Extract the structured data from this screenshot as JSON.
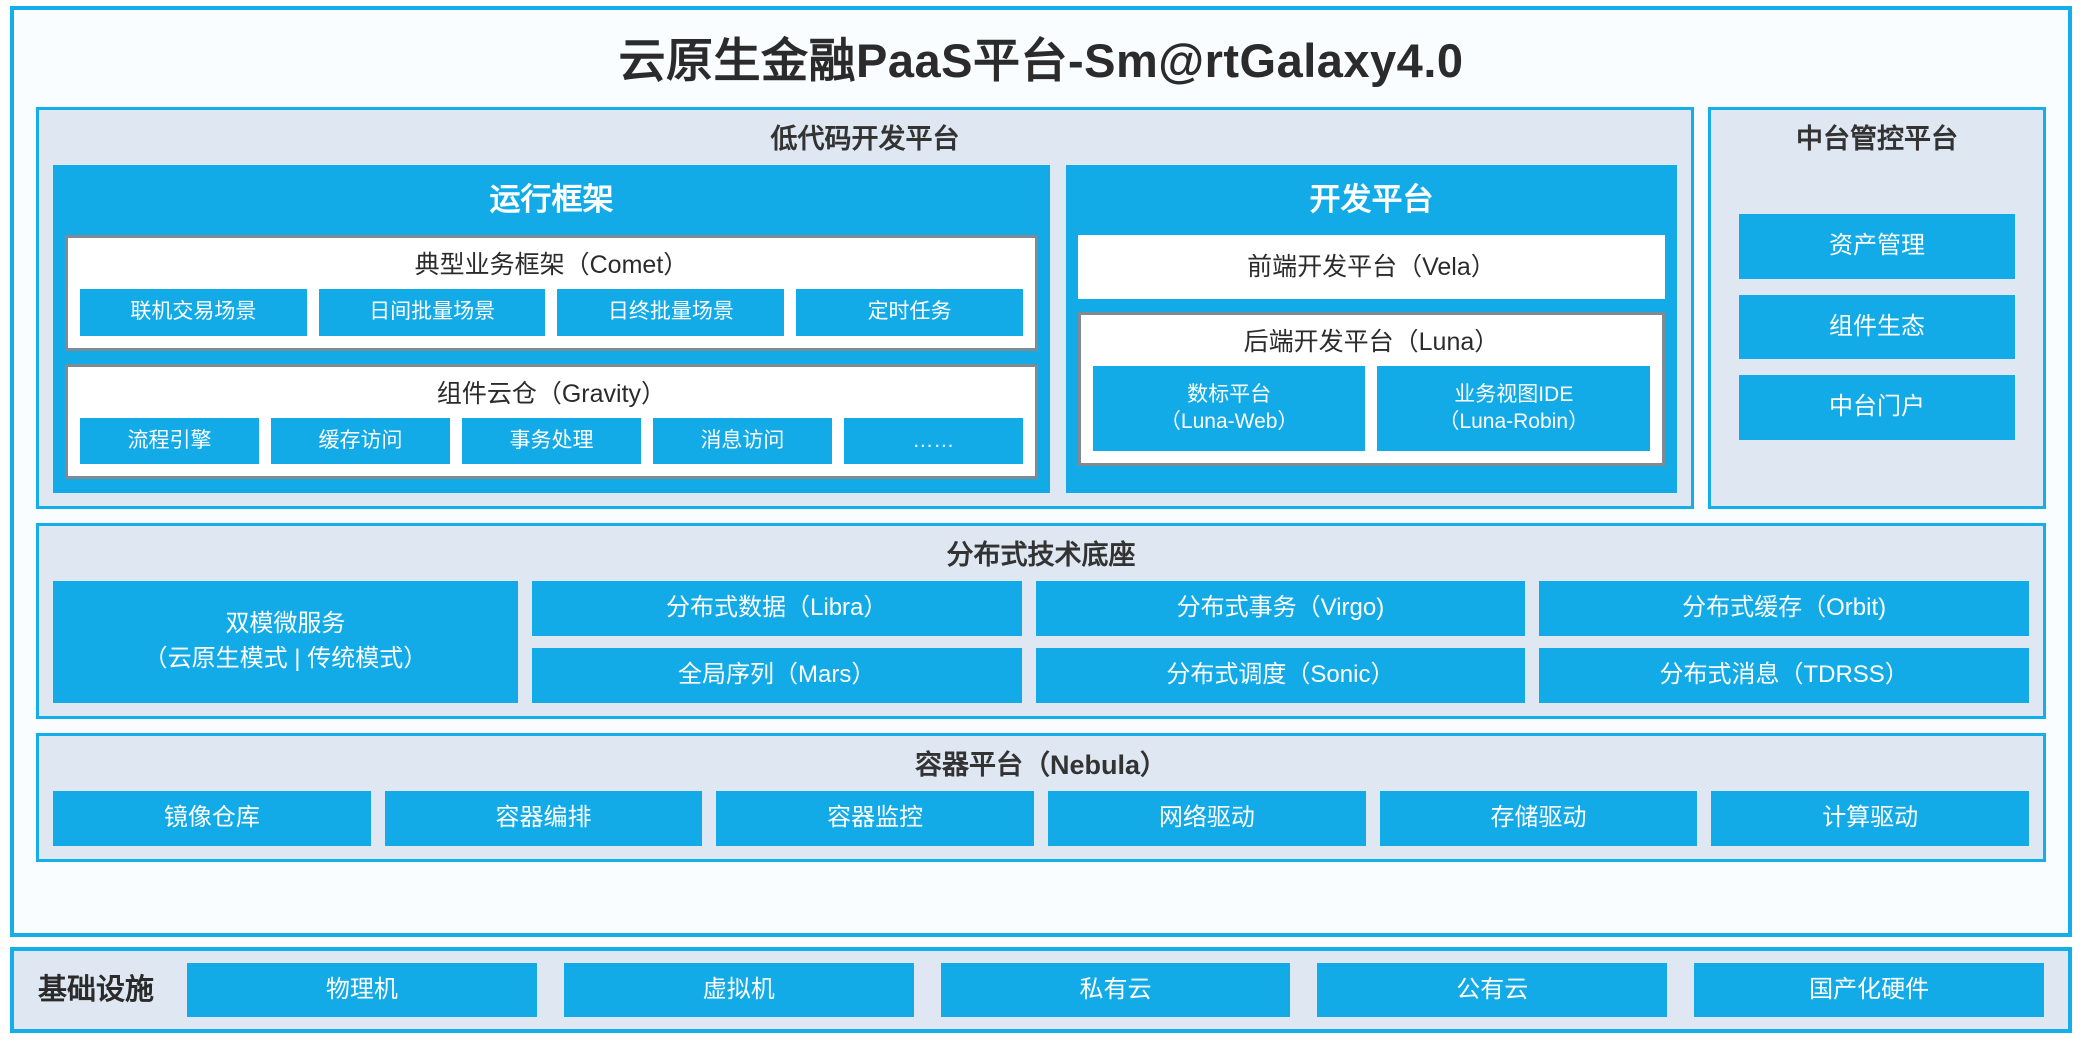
{
  "platform": {
    "title": "云原生金融PaaS平台-Sm@rtGalaxy4.0",
    "accent_color": "#12ABE8",
    "border_color": "#14AFEA",
    "panel_bg": "#dfe8f2"
  },
  "lowcode": {
    "title": "低代码开发平台",
    "runtime": {
      "title": "运行框架",
      "comet": {
        "title": "典型业务框架（Comet）",
        "items": [
          {
            "label": "联机交易场景"
          },
          {
            "label": "日间批量场景"
          },
          {
            "label": "日终批量场景"
          },
          {
            "label": "定时任务"
          }
        ]
      },
      "gravity": {
        "title": "组件云仓（Gravity）",
        "items": [
          {
            "label": "流程引擎"
          },
          {
            "label": "缓存访问"
          },
          {
            "label": "事务处理"
          },
          {
            "label": "消息访问"
          },
          {
            "label": "……"
          }
        ]
      }
    },
    "devplatform": {
      "title": "开发平台",
      "frontend": {
        "label": "前端开发平台（Vela）"
      },
      "backend": {
        "title": "后端开发平台（Luna）",
        "items": [
          {
            "line1": "数标平台",
            "line2": "（Luna-Web）"
          },
          {
            "line1": "业务视图IDE",
            "line2": "（Luna-Robin）"
          }
        ]
      }
    }
  },
  "midoffice": {
    "title": "中台管控平台",
    "items": [
      {
        "label": "资产管理"
      },
      {
        "label": "组件生态"
      },
      {
        "label": "中台门户"
      }
    ]
  },
  "distributed": {
    "title": "分布式技术底座",
    "wide": {
      "line1": "双模微服务",
      "line2": "（云原生模式 | 传统模式）"
    },
    "columns": [
      {
        "cells": [
          {
            "label": "分布式数据（Libra）"
          },
          {
            "label": "全局序列（Mars）"
          }
        ]
      },
      {
        "cells": [
          {
            "label": "分布式事务（Virgo)"
          },
          {
            "label": "分布式调度（Sonic）"
          }
        ]
      },
      {
        "cells": [
          {
            "label": "分布式缓存（Orbit)"
          },
          {
            "label": "分布式消息（TDRSS）"
          }
        ]
      }
    ]
  },
  "containerplatform": {
    "title": "容器平台（Nebula）",
    "items": [
      {
        "label": "镜像仓库"
      },
      {
        "label": "容器编排"
      },
      {
        "label": "容器监控"
      },
      {
        "label": "网络驱动"
      },
      {
        "label": "存储驱动"
      },
      {
        "label": "计算驱动"
      }
    ]
  },
  "infrastructure": {
    "label": "基础设施",
    "items": [
      {
        "label": "物理机"
      },
      {
        "label": "虚拟机"
      },
      {
        "label": "私有云"
      },
      {
        "label": "公有云"
      },
      {
        "label": "国产化硬件"
      }
    ]
  }
}
